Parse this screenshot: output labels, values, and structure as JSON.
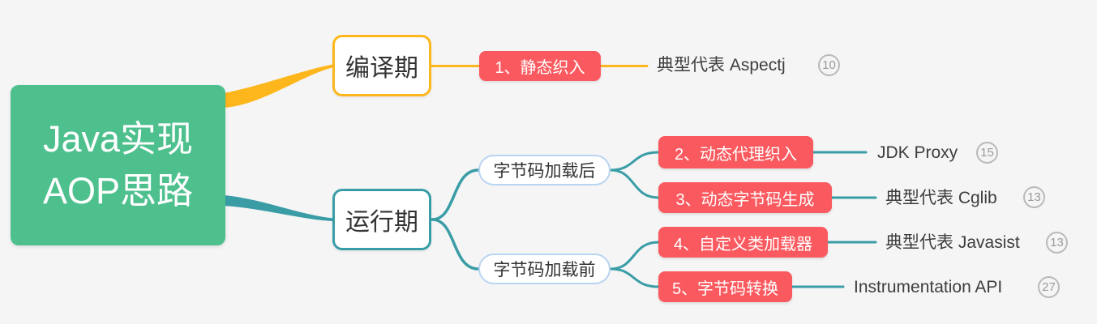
{
  "colors": {
    "background": "#f5f5f6",
    "root_green": "#4ec08e",
    "branch_yellow": "#fdb71d",
    "branch_teal": "#3a9da6",
    "method_red": "#fa5a5f",
    "pill_border_blue": "#b9d4f2",
    "text_dark": "#333333",
    "badge_gray": "#9a9a9a"
  },
  "mindmap": {
    "root": {
      "line1": "Java实现",
      "line2": "AOP思路"
    },
    "stage_compile": {
      "label": "编译期"
    },
    "stage_runtime": {
      "label": "运行期"
    },
    "pill_after": {
      "label": "字节码加载后"
    },
    "pill_before": {
      "label": "字节码加载前"
    },
    "m1": {
      "label": "1、静态织入",
      "leaf": "典型代表 Aspectj",
      "count": "10"
    },
    "m2": {
      "label": "2、动态代理织入",
      "leaf": "JDK Proxy",
      "count": "15"
    },
    "m3": {
      "label": "3、动态字节码生成",
      "leaf": "典型代表 Cglib",
      "count": "13"
    },
    "m4": {
      "label": "4、自定义类加载器",
      "leaf": "典型代表 Javasist",
      "count": "13"
    },
    "m5": {
      "label": "5、字节码转换",
      "leaf": "Instrumentation API",
      "count": "27"
    }
  }
}
